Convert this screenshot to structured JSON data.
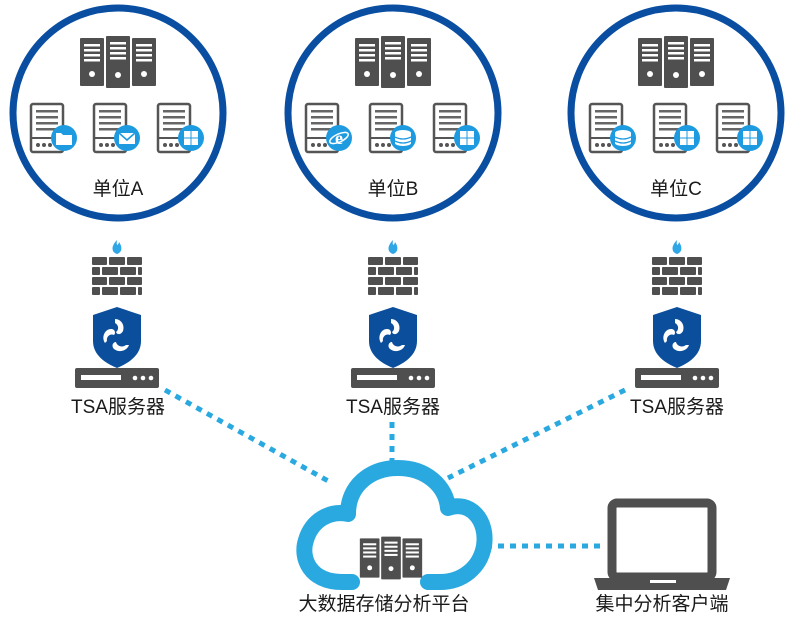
{
  "units": [
    {
      "label": "单位A",
      "server_label": "TSA服务器",
      "sub_icons": [
        "folder-icon",
        "mail-icon",
        "windows-icon"
      ]
    },
    {
      "label": "单位B",
      "server_label": "TSA服务器",
      "sub_icons": [
        "ie-browser-icon",
        "database-icon",
        "windows-icon"
      ]
    },
    {
      "label": "单位C",
      "server_label": "TSA服务器",
      "sub_icons": [
        "database-icon",
        "windows-icon",
        "windows-icon"
      ]
    }
  ],
  "platform": {
    "label": "大数据存储分析平台"
  },
  "client": {
    "label": "集中分析客户端"
  },
  "colors": {
    "circle_border": "#0a4ea2",
    "shield": "#0b4f9c",
    "cloud": "#2aa9e0",
    "dots": "#2aa9e0",
    "server_dark": "#505050",
    "badge": "#1e9be0",
    "flame": "#2fa6e6"
  }
}
